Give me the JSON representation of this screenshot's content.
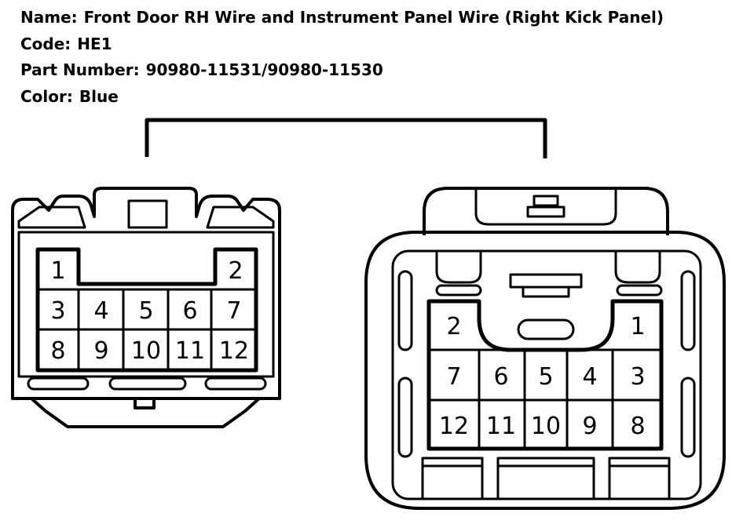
{
  "header": {
    "name_label": "Name:",
    "name_value": "Front Door RH Wire and Instrument Panel Wire (Right Kick Panel)",
    "code_label": "Code:",
    "code_value": "HE1",
    "part_label": "Part Number:",
    "part_value": "90980-11531/90980-11530",
    "color_label": "Color:",
    "color_value": "Blue"
  },
  "left_connector": {
    "pins": [
      "1",
      "2",
      "3",
      "4",
      "5",
      "6",
      "7",
      "8",
      "9",
      "10",
      "11",
      "12"
    ]
  },
  "right_connector": {
    "pins": [
      "2",
      "1",
      "7",
      "6",
      "5",
      "4",
      "3",
      "12",
      "11",
      "10",
      "9",
      "8"
    ]
  }
}
